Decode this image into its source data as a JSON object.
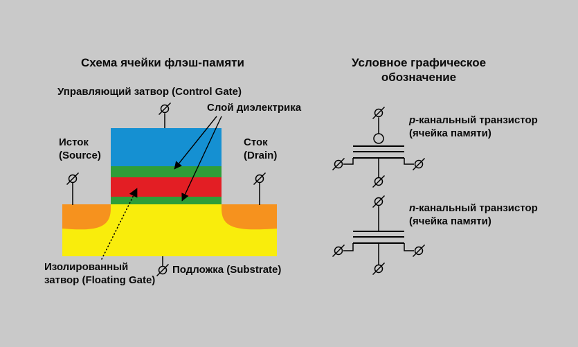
{
  "background": "#c9c9c9",
  "left_panel": {
    "title": "Схема ячейки флэш-памяти",
    "control_gate_label": "Управляющий затвор (Control Gate)",
    "dielectric_label": "Слой диэлектрика",
    "source_label": "Исток\n(Source)",
    "drain_label": "Сток\n(Drain)",
    "floating_gate_label": "Изолированный\nзатвор (Floating Gate)",
    "substrate_label": "Подложка (Substrate)",
    "colors": {
      "control_gate": "#1590d2",
      "dielectric": "#2e9e38",
      "floating_gate": "#e31e24",
      "diffusion": "#f6921e",
      "substrate": "#f9ed0c",
      "line": "#000000"
    }
  },
  "right_panel": {
    "title": "Условное графическое\nобозначение",
    "p_transistor": {
      "prefix": "p",
      "rest": "-канальный транзистор\n(ячейка памяти)"
    },
    "n_transistor": {
      "prefix": "n",
      "rest": "-канальный транзистор\n(ячейка памяти)"
    }
  }
}
